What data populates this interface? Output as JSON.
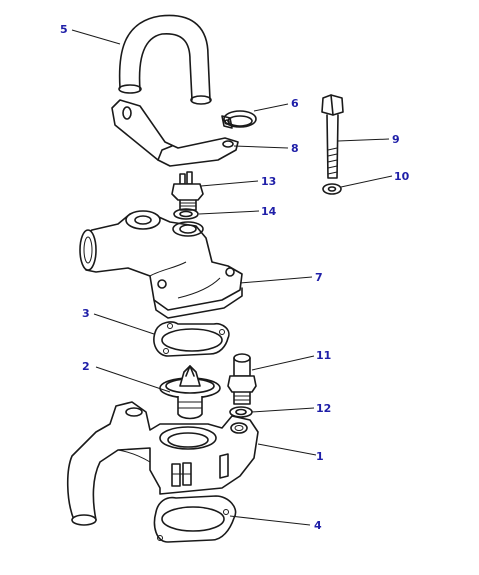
{
  "colors": {
    "callout": "#1f1fa8",
    "line": "#1a1a1a",
    "background": "#ffffff"
  },
  "callouts": [
    {
      "id": "c1",
      "label": "1"
    },
    {
      "id": "c2",
      "label": "2"
    },
    {
      "id": "c3",
      "label": "3"
    },
    {
      "id": "c4",
      "label": "4"
    },
    {
      "id": "c5",
      "label": "5"
    },
    {
      "id": "c6",
      "label": "6"
    },
    {
      "id": "c7",
      "label": "7"
    },
    {
      "id": "c8",
      "label": "8"
    },
    {
      "id": "c9",
      "label": "9"
    },
    {
      "id": "c10",
      "label": "10"
    },
    {
      "id": "c11",
      "label": "11"
    },
    {
      "id": "c12",
      "label": "12"
    },
    {
      "id": "c13",
      "label": "13"
    },
    {
      "id": "c14",
      "label": "14"
    }
  ]
}
